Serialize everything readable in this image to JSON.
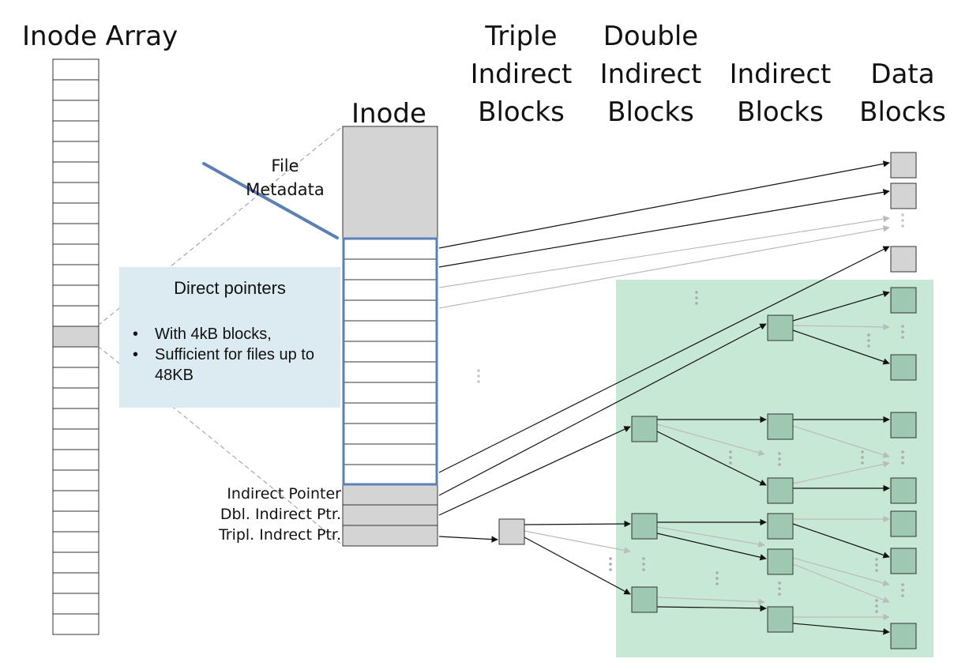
{
  "headers": {
    "inode_array": "Inode Array",
    "inode": "Inode",
    "triple": [
      "Triple",
      "Indirect",
      "Blocks"
    ],
    "double": [
      "Double",
      "Indirect",
      "Blocks"
    ],
    "indirect": [
      "Indirect",
      "Blocks"
    ],
    "data": [
      "Data",
      "Blocks"
    ]
  },
  "inode": {
    "metadata_label": [
      "File",
      "Metadata"
    ],
    "pointer_labels": {
      "indirect": "Indirect Pointer",
      "double": "Dbl. Indirect Ptr.",
      "triple": "Tripl. Indrect Ptr."
    }
  },
  "callout": {
    "title": "Direct pointers",
    "bullets": [
      "With 4kB blocks,",
      "Sufficient for files up to 48KB"
    ]
  },
  "colors": {
    "block_grey": "#d4d4d4",
    "block_green": "#9ec9b0",
    "green_region": "#c7e8d4",
    "callout_bg": "#dcebf1",
    "highlight_blue": "#5b80b5"
  }
}
